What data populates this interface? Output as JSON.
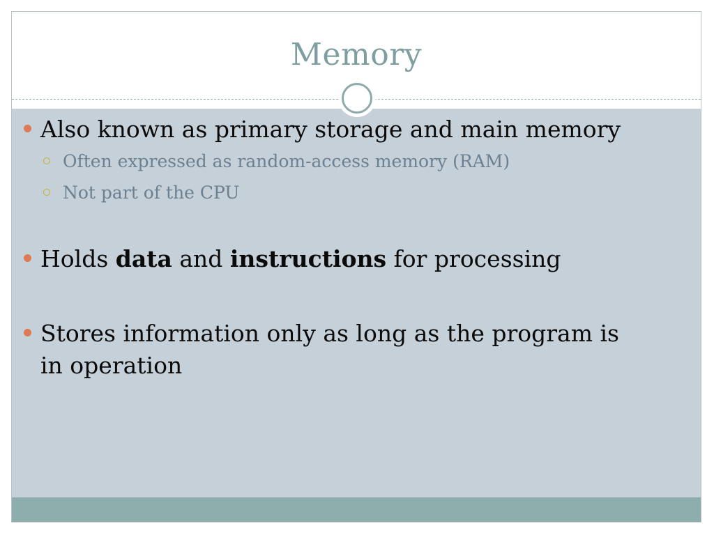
{
  "slide": {
    "title": "Memory",
    "bullets": [
      {
        "text": "Also known as primary storage and main memory",
        "subitems": [
          "Often expressed as random-access memory (RAM)",
          "Not part of the CPU"
        ]
      },
      {
        "parts": [
          "Holds ",
          "data",
          " and ",
          "instructions",
          " for processing"
        ]
      },
      {
        "text": "Stores information only as long as the program is in operation"
      }
    ]
  },
  "colors": {
    "title": "#7f9e9f",
    "content_background": "#c5d0d8",
    "footer_bar": "#8eadad",
    "bullet": "#df7a56",
    "sub_bullet": "#c7b030",
    "sub_text": "#6d8090"
  }
}
